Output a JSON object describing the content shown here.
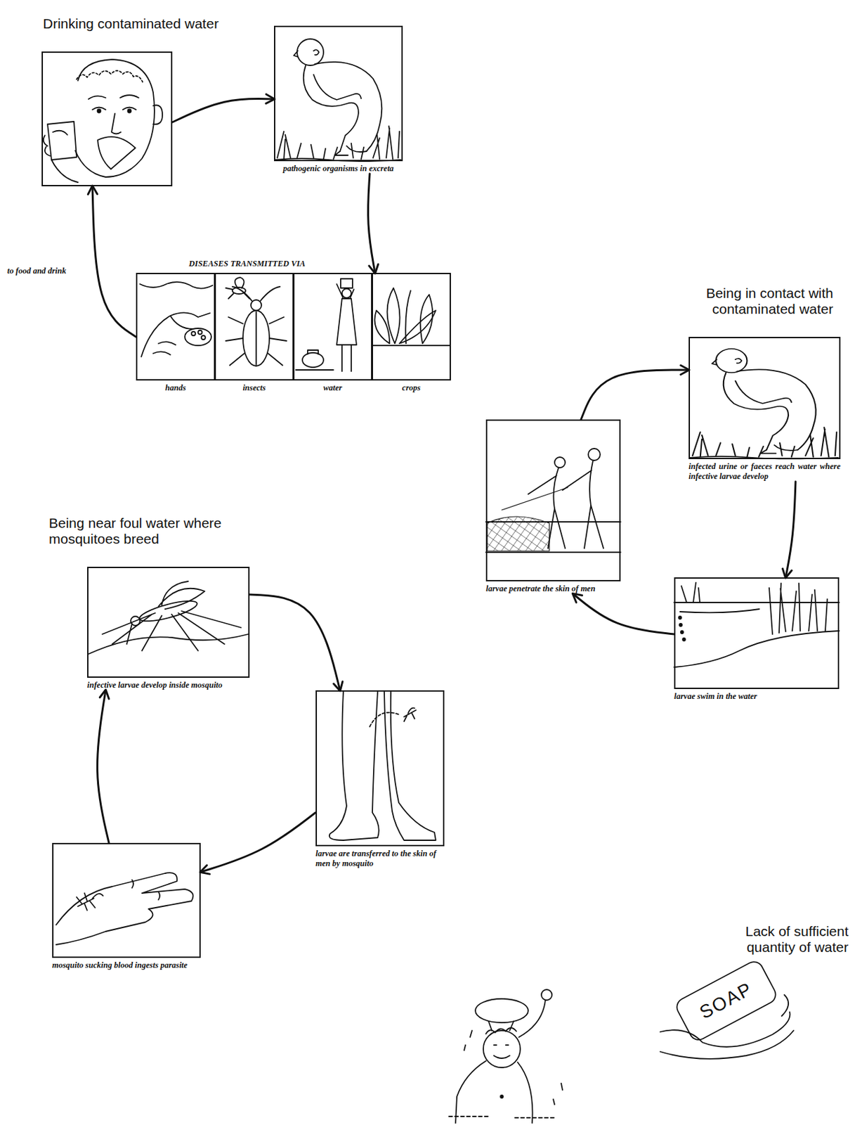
{
  "diagram": {
    "nodes": [
      {
        "text": [
          "Drinking contaminated water"
        ]
      },
      {
        "text": [
          "pathogenic organisms in excreta"
        ]
      },
      {
        "text": [
          "DISEASES TRANSMITTED VIA"
        ]
      },
      {
        "text": [
          "hands"
        ],
        "in": 2
      },
      {
        "text": [
          "insects"
        ],
        "in": 2
      },
      {
        "text": [
          "water"
        ],
        "in": 2
      },
      {
        "text": [
          "crops"
        ],
        "in": 2
      },
      {
        "text": [
          "Being in contact with contaminated water",
          "infected urine or faeces reach water where infective larvae develop"
        ]
      },
      {
        "text": [
          "larvae swim in the water"
        ]
      },
      {
        "text": [
          "larvae penetrate the skin of men"
        ]
      },
      {
        "text": [
          "Being near foul water where mosquitoes breed",
          "infective larvae develop inside mosquito"
        ]
      },
      {
        "text": [
          "larvae are transferred to the skin of men by mosquito"
        ]
      },
      {
        "text": [
          "mosquito sucking blood ingests parasite"
        ]
      }
    ],
    "edges": [
      {
        "from": 0,
        "to": 1,
        "arrow": "to"
      },
      {
        "from": 1,
        "to": 2,
        "arrow": "to"
      },
      {
        "from": 2,
        "to": 0,
        "label": "to food and drink",
        "arrow": "to"
      },
      {
        "from": 7,
        "to": 8,
        "arrow": "to"
      },
      {
        "from": 8,
        "to": 9,
        "arrow": "to"
      },
      {
        "from": 9,
        "to": 7,
        "arrow": "to"
      },
      {
        "from": 10,
        "to": 11,
        "arrow": "to"
      },
      {
        "from": 11,
        "to": 12,
        "arrow": "to"
      },
      {
        "from": 12,
        "to": 10,
        "arrow": "to"
      }
    ],
    "labels": [
      "Lack of sufficient quantity of water",
      "SOAP"
    ]
  }
}
